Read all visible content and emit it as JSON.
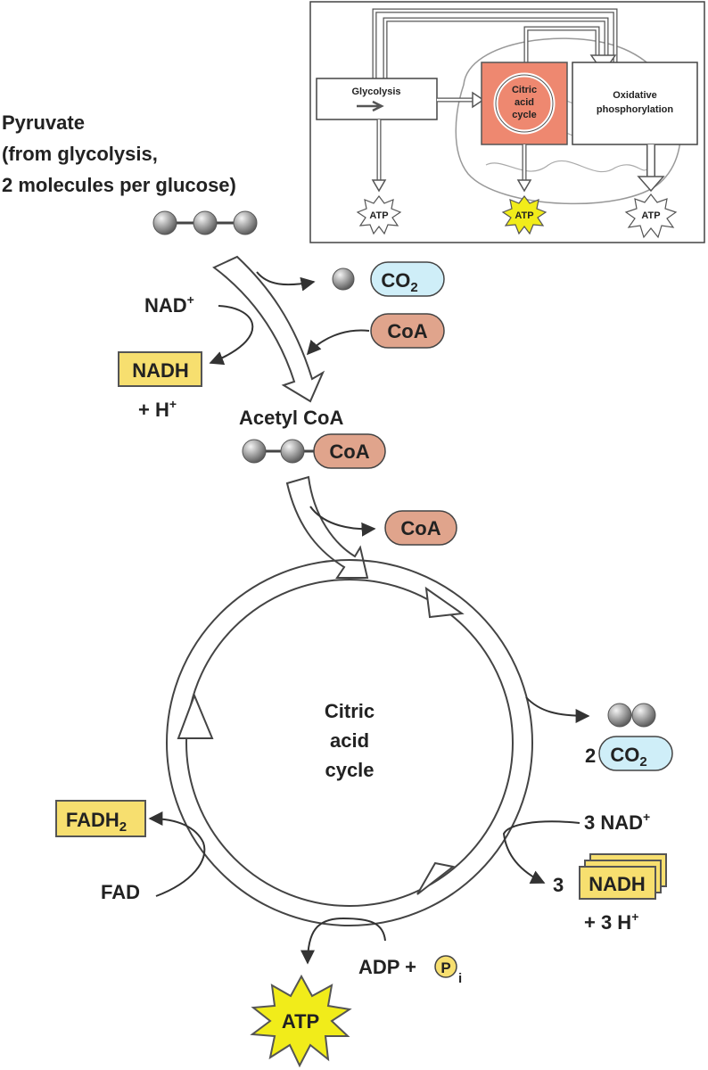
{
  "inset": {
    "glycolysis": "Glycolysis",
    "citric_line1": "Citric",
    "citric_line2": "acid",
    "citric_line3": "cycle",
    "oxphos_line1": "Oxidative",
    "oxphos_line2": "phosphorylation",
    "atp_left": "ATP",
    "atp_mid": "ATP",
    "atp_right": "ATP"
  },
  "pyruvate": {
    "line1": "Pyruvate",
    "line2": "(from glycolysis,",
    "line3": "2 molecules per glucose)"
  },
  "co2_top": {
    "base": "CO",
    "sub": "2"
  },
  "nad_plus": {
    "base": "NAD",
    "sup": "+"
  },
  "coa_in": "CoA",
  "nadh_top": "NADH",
  "h_plus": {
    "base": "+ H",
    "sup": "+"
  },
  "acetyl": {
    "label": "Acetyl CoA",
    "coa": "CoA"
  },
  "coa_out": "CoA",
  "cycle": {
    "line1": "Citric",
    "line2": "acid",
    "line3": "cycle"
  },
  "co2_right": {
    "coef": "2",
    "base": "CO",
    "sub": "2"
  },
  "nad3": {
    "base": "3 NAD",
    "sup": "+"
  },
  "nadh3": {
    "coef": "3",
    "label": "NADH"
  },
  "h3": {
    "base": "+ 3 H",
    "sup": "+"
  },
  "fadh2": {
    "base": "FADH",
    "sub": "2"
  },
  "fad": "FAD",
  "adp": {
    "text": "ADP +",
    "p": "P",
    "i": "i"
  },
  "atp_bottom": "ATP",
  "colors": {
    "co2_fill": "#cfeef8",
    "coa_fill": "#e0a48c",
    "yellow_box": "#f7df6f",
    "atp_star": "#f1ec1a",
    "citric_box": "#ee8870",
    "ball": "#9a9a9a"
  }
}
